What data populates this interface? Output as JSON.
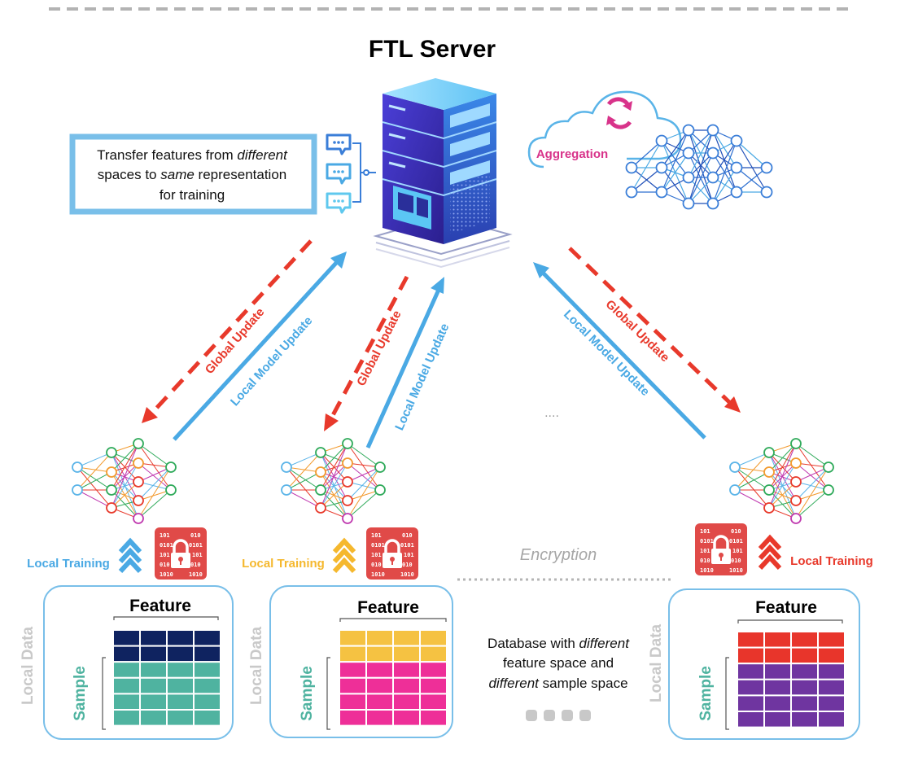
{
  "server": {
    "title": "FTL Server"
  },
  "callout": {
    "line1_pre": "Transfer features from ",
    "line1_em": "different",
    "line2_pre": "spaces to ",
    "line2_em": "same",
    "line2_post": " representation",
    "line3": "for training"
  },
  "aggregation": {
    "label": "Aggregation"
  },
  "arrows": {
    "global_update": "Global Update",
    "local_model_update": "Local Model Update"
  },
  "clients": [
    {
      "local_training": "Local Training",
      "feature": "Feature",
      "sample": "Sample",
      "local_data": "Local Data"
    },
    {
      "local_training": "Local Training",
      "feature": "Feature",
      "sample": "Sample",
      "local_data": "Local Data"
    },
    {
      "local_training": "Local Training",
      "feature": "Feature",
      "sample": "Sample",
      "local_data": "Local Data"
    }
  ],
  "encryption": {
    "label": "Encryption"
  },
  "database_note": {
    "line1_pre": "Database with ",
    "line1_em": "different",
    "line2": "feature space and",
    "line3_em": "different",
    "line3_post": " sample space"
  },
  "ellipsis_small": "....",
  "colors": {
    "global_update": "#e8392b",
    "local_update": "#4aa9e4",
    "aggregation": "#d8338a",
    "client1_training": "#4aa9e4",
    "client2_training": "#f5b82e",
    "client3_training": "#e8392b",
    "client1_feature": "#0f2360",
    "client1_sample": "#4fb3a0",
    "client2_feature": "#f5c242",
    "client2_sample": "#ee2f98",
    "client3_feature": "#e8352b",
    "client3_sample": "#6f35a0",
    "box_border": "#79bfe9",
    "lock_bg": "#e04a48"
  }
}
